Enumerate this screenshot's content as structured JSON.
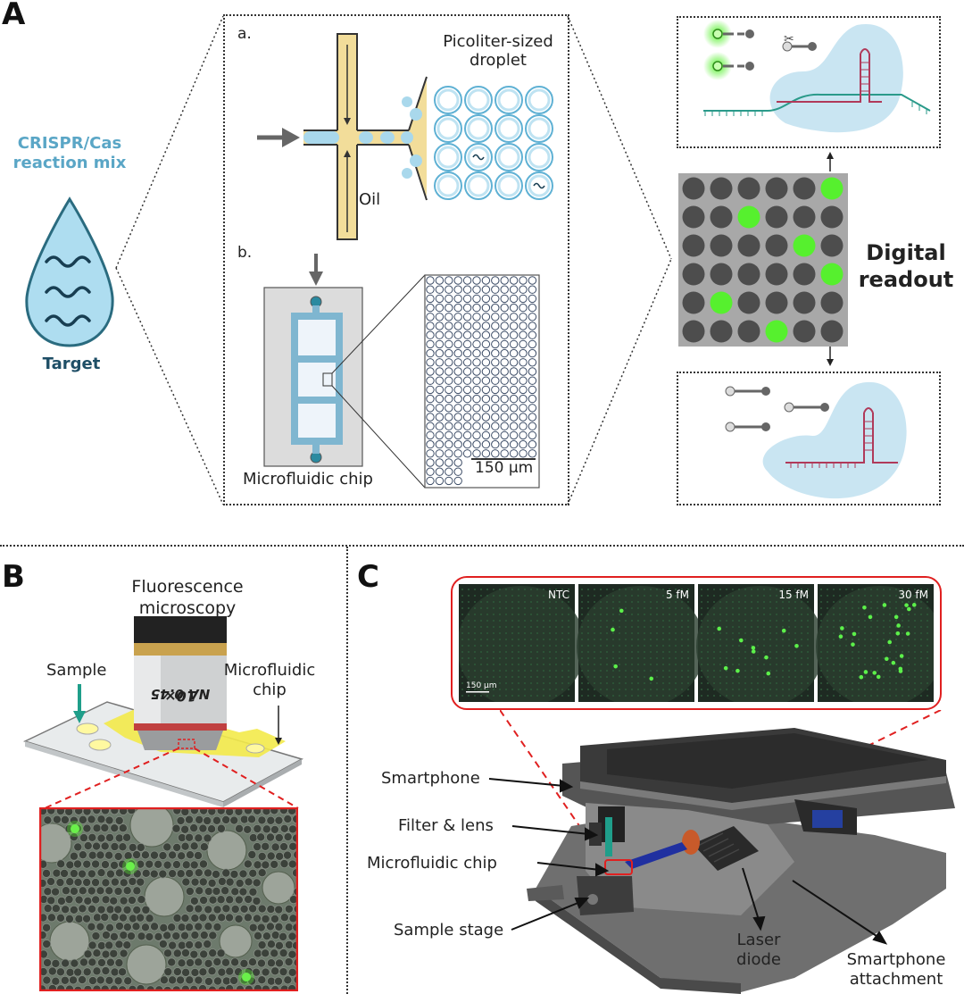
{
  "panels": {
    "a": "A",
    "b": "B",
    "c": "C"
  },
  "panel_a": {
    "reaction_mix": "CRISPR/Cas\nreaction mix",
    "target": "Target",
    "sub_a": "a.",
    "sub_b": "b.",
    "droplet_label": "Picoliter-sized\ndroplet",
    "oil": "Oil",
    "chip": "Microfluidic chip",
    "scale": "150 µm",
    "readout": "Digital\nreadout",
    "grid_positives": [
      [
        0,
        5
      ],
      [
        1,
        2
      ],
      [
        2,
        4
      ],
      [
        3,
        5
      ],
      [
        4,
        1
      ],
      [
        5,
        3
      ]
    ]
  },
  "panel_b": {
    "title": "Fluorescence\nmicroscopy",
    "sample": "Sample",
    "chip": "Microfluidic\nchip",
    "lens_text_1": "10×",
    "lens_text_2": "NA 0.45"
  },
  "panel_c": {
    "images": [
      {
        "label": "NTC"
      },
      {
        "label": "5 fM"
      },
      {
        "label": "15 fM"
      },
      {
        "label": "30 fM"
      }
    ],
    "scale": "150 µm",
    "callouts": {
      "smartphone": "Smartphone",
      "filter": "Filter & lens",
      "chip": "Microfluidic chip",
      "stage": "Sample stage",
      "laser": "Laser\ndiode",
      "attachment": "Smartphone\nattachment"
    }
  },
  "colors": {
    "droplet_blue": "#a9d8ec",
    "oil_yellow": "#f2dd9a",
    "positive_green": "#56f02e",
    "negative_gray": "#4d4d4d",
    "red_callout": "#e02020"
  }
}
